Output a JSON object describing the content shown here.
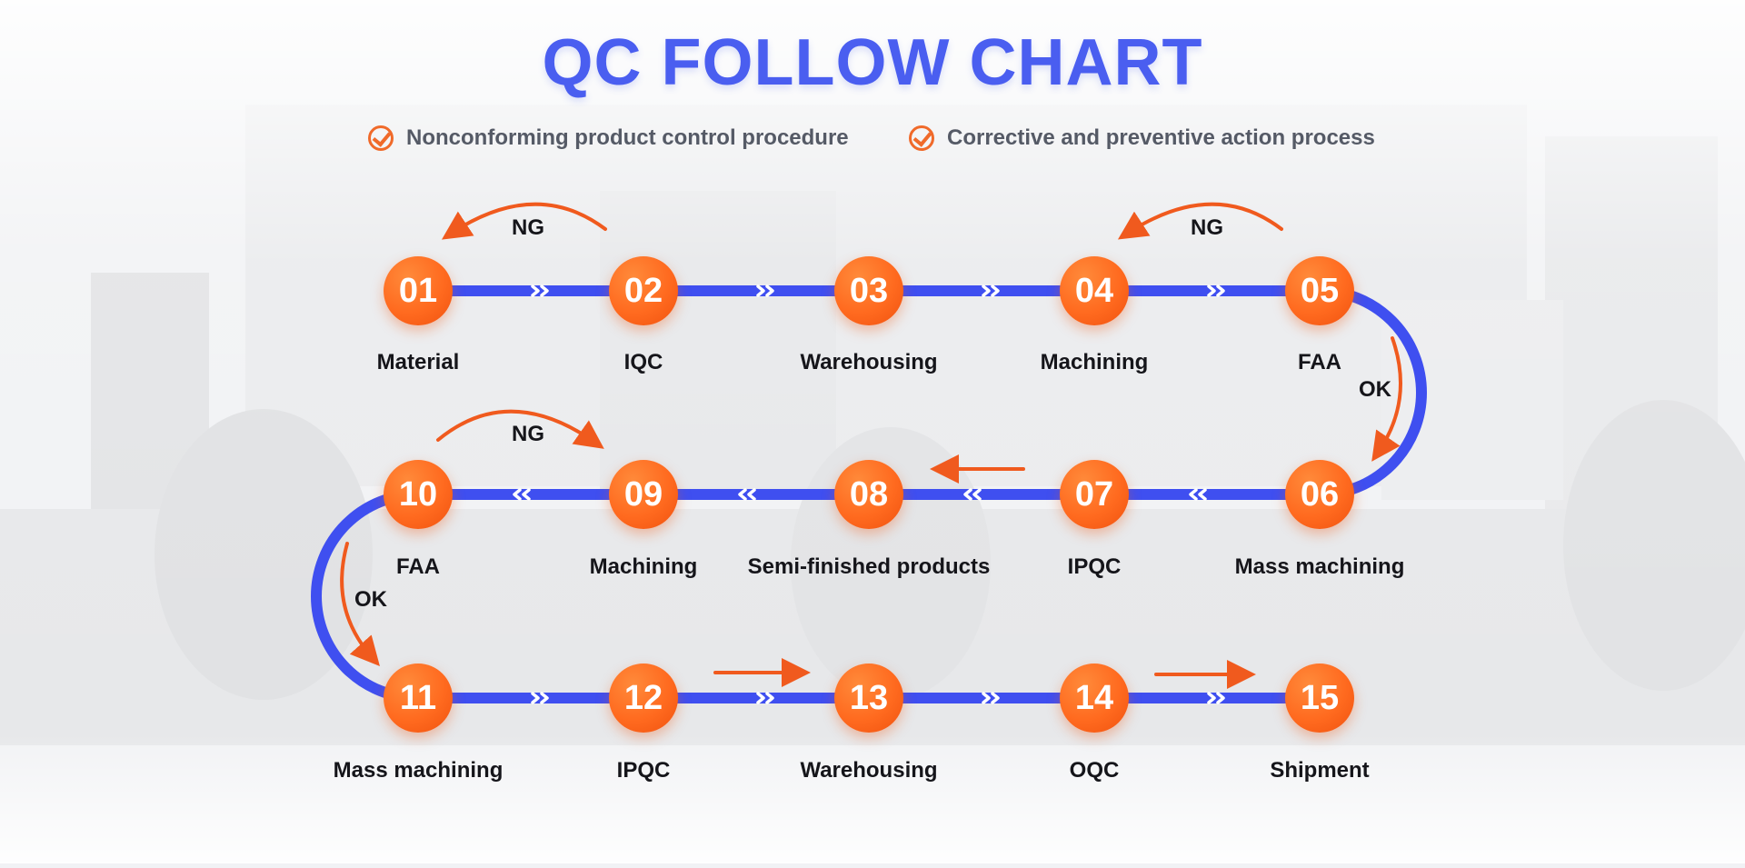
{
  "title": "QC FOLLOW CHART",
  "legend": [
    {
      "icon": "check-circle-icon",
      "text": "Nonconforming product control procedure"
    },
    {
      "icon": "check-circle-icon",
      "text": "Corrective and preventive action process"
    }
  ],
  "steps": [
    {
      "num": "01",
      "label": "Material"
    },
    {
      "num": "02",
      "label": "IQC"
    },
    {
      "num": "03",
      "label": "Warehousing"
    },
    {
      "num": "04",
      "label": "Machining"
    },
    {
      "num": "05",
      "label": "FAA"
    },
    {
      "num": "06",
      "label": "Mass machining"
    },
    {
      "num": "07",
      "label": "IPQC"
    },
    {
      "num": "08",
      "label": "Semi-finished products"
    },
    {
      "num": "09",
      "label": "Machining"
    },
    {
      "num": "10",
      "label": "FAA"
    },
    {
      "num": "11",
      "label": "Mass machining"
    },
    {
      "num": "12",
      "label": "IPQC"
    },
    {
      "num": "13",
      "label": "Warehousing"
    },
    {
      "num": "14",
      "label": "OQC"
    },
    {
      "num": "15",
      "label": "Shipment"
    }
  ],
  "annotations": {
    "ng": "NG",
    "ok": "OK"
  },
  "colors": {
    "title": "#4a5ef0",
    "path": "#3f4ff0",
    "node": "#ff6a1f",
    "arrow": "#f05a1e"
  }
}
